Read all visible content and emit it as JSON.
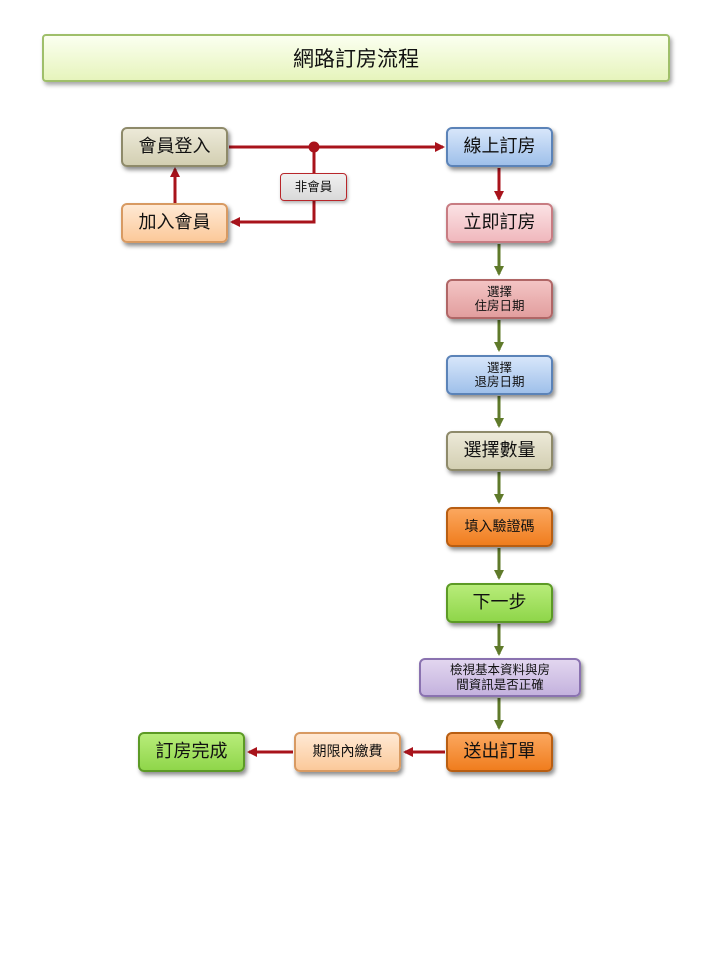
{
  "title": "網路訂房流程",
  "nodes": {
    "member_login": "會員登入",
    "join_member": "加入會員",
    "non_member": "非會員",
    "online_booking": "線上訂房",
    "book_now": "立即訂房",
    "select_checkin": "選擇\n住房日期",
    "select_checkout": "選擇\n退房日期",
    "select_quantity": "選擇數量",
    "enter_captcha": "填入驗證碼",
    "next_step": "下一步",
    "review_info": "檢視基本資料與房\n間資訊是否正確",
    "submit_order": "送出訂單",
    "pay_deadline": "期限內繳費",
    "booking_complete": "訂房完成"
  },
  "colors": {
    "red_arrow": "#a8131b",
    "green_arrow": "#5f7a2a"
  }
}
